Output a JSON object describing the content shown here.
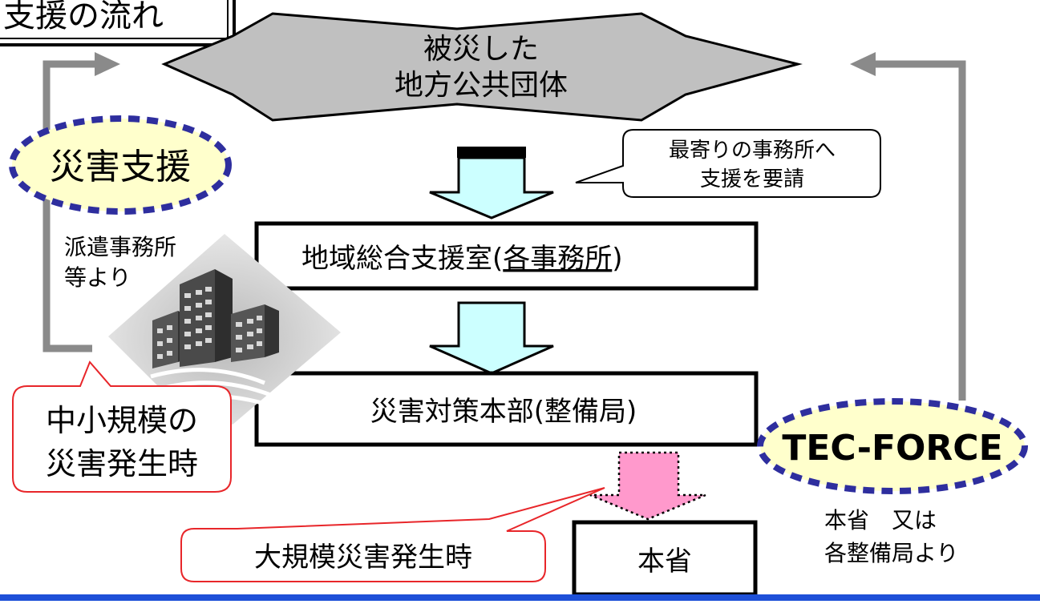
{
  "header": {
    "title": "支援の流れ"
  },
  "affected": {
    "line1": "被災した",
    "line2": "地方公共団体"
  },
  "callout_request": {
    "line1": "最寄りの事務所へ",
    "line2": "支援を要請"
  },
  "regional_office": {
    "prefix": "地域総合支援室(",
    "underlined": "各事務所",
    "suffix": ")"
  },
  "hq": {
    "label": "災害対策本部(整備局)"
  },
  "ministry": {
    "label": "本省"
  },
  "disaster_support": {
    "label": "災害支援"
  },
  "dispatch_note": {
    "line1": "派遣事務所",
    "line2": "等より"
  },
  "small_scale": {
    "line1": "中小規模の",
    "line2": "災害発生時"
  },
  "large_scale": {
    "label": "大規模災害発生時"
  },
  "tec_force": {
    "label": "TEC-FORCE"
  },
  "tec_note": {
    "line1": "本省　又は",
    "line2": "各整備局より"
  },
  "colors": {
    "arrow_fill": "#ccffff",
    "dotted_arrow_fill": "#ff99cc",
    "oval_fill": "#ffffcc",
    "oval_border": "#2e2e9e",
    "red_callout": "#e8262a",
    "flow_line": "#8a8a8a",
    "star_fill": "#c0c0c0",
    "bottom_bar": "#1e50d8"
  }
}
